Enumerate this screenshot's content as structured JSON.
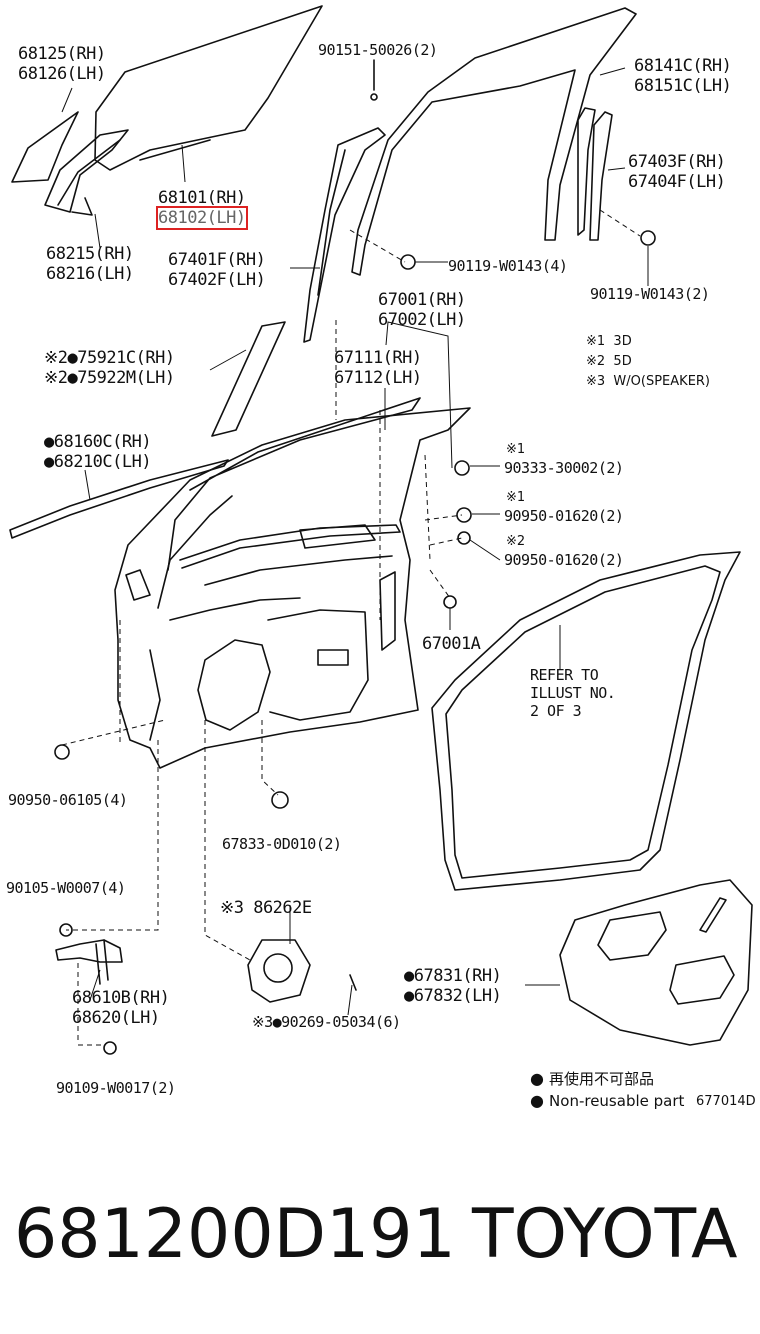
{
  "labels": {
    "l1": "68125(RH)\n68126(LH)",
    "l2": "90151-50026(2)",
    "l3": "68141C(RH)\n68151C(LH)",
    "l4": "68101(RH)",
    "l4b": "68102(LH)",
    "l5": "67403F(RH)\n67404F(LH)",
    "l6": "68215(RH)\n68216(LH)",
    "l7": "67401F(RH)\n67402F(LH)",
    "l8": "90119-W0143(4)",
    "l9": "90119-W0143(2)",
    "l10": "67001(RH)\n67002(LH)",
    "l11": "※2●75921C(RH)\n※2●75922M(LH)",
    "l12": "67111(RH)\n67112(LH)",
    "l13": "●68160C(RH)\n●68210C(LH)",
    "l14": "90333-30002(2)",
    "l15": "90950-01620(2)",
    "l16": "90950-01620(2)",
    "l17": "67001A",
    "l18": "REFER TO\nILLUST NO.\n2 OF 3",
    "l19": "90950-06105(4)",
    "l20": "67833-0D010(2)",
    "l21": "90105-W0007(4)",
    "l22": "※3 86262E",
    "l23": "●67831(RH)\n●67832(LH)",
    "l24": "68610B(RH)\n68620(LH)",
    "l25": "※3●90269-05034(6)",
    "l26": "90109-W0017(2)"
  },
  "notes": {
    "n1": "※1  3D",
    "n2": "※2  5D",
    "n3": "※3  W/O(SPEAKER)",
    "s1": "※1",
    "s2": "※1",
    "s3": "※2"
  },
  "legend": {
    "ja": "再使用不可部品",
    "en": "Non-reusable part",
    "code": "677014D"
  },
  "footer": {
    "part_number": "681200D191",
    "brand": "TOYOTA"
  }
}
